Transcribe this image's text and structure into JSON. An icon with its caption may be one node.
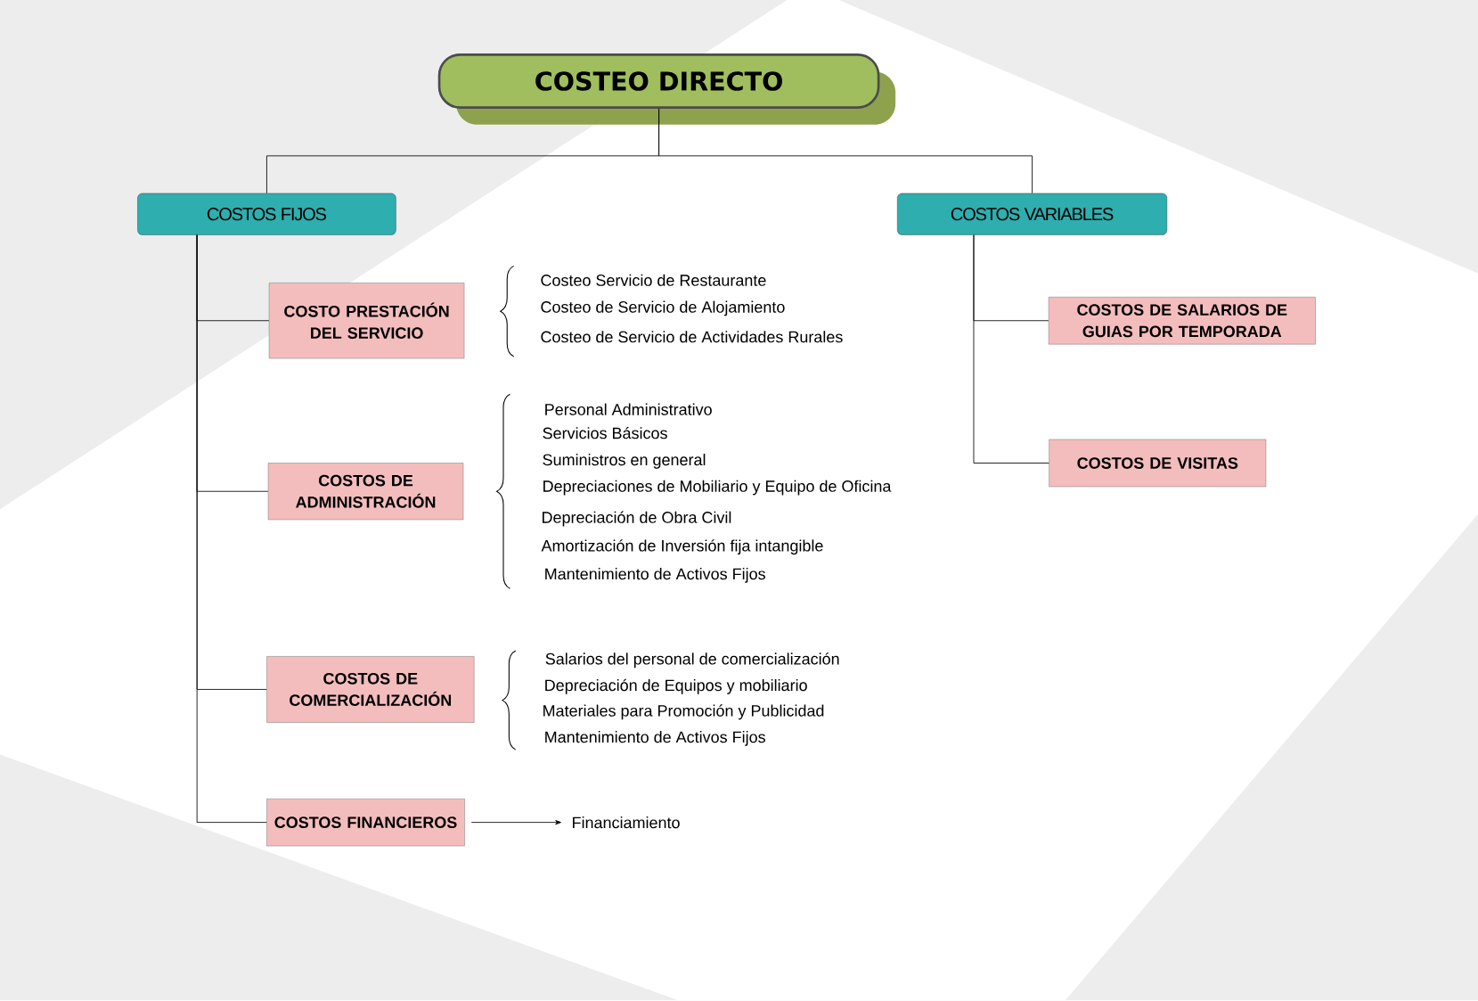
{
  "diagram": {
    "nodes": [
      {
        "text": [
          "COSTEO DIRECTO"
        ]
      },
      {
        "text": [
          "COSTOS FIJOS"
        ]
      },
      {
        "text": [
          "COSTOS VARIABLES"
        ]
      },
      {
        "text": [
          "COSTO PRESTACIÓN DEL SERVICIO"
        ]
      },
      {
        "text": [
          "COSTOS DE ADMINISTRACIÓN"
        ]
      },
      {
        "text": [
          "COSTOS DE COMERCIALIZACIÓN"
        ]
      },
      {
        "text": [
          "COSTOS FINANCIEROS"
        ]
      },
      {
        "text": [
          "COSTOS DE SALARIOS DE GUIAS POR TEMPORADA"
        ]
      },
      {
        "text": [
          "COSTOS DE VISITAS"
        ]
      },
      {
        "text": [
          "Financiamiento"
        ]
      }
    ],
    "edges": [
      {
        "from": 0,
        "to": 1,
        "arrow": "none"
      },
      {
        "from": 0,
        "to": 2,
        "arrow": "none"
      },
      {
        "from": 1,
        "to": 3,
        "arrow": "none"
      },
      {
        "from": 1,
        "to": 4,
        "arrow": "none"
      },
      {
        "from": 1,
        "to": 5,
        "arrow": "none"
      },
      {
        "from": 1,
        "to": 6,
        "arrow": "none"
      },
      {
        "from": 2,
        "to": 7,
        "arrow": "none"
      },
      {
        "from": 2,
        "to": 8,
        "arrow": "none"
      },
      {
        "from": 6,
        "to": 9,
        "arrow": "to"
      }
    ],
    "labels": [
      "Costeo Servicio de Restaurante",
      "Costeo de Servicio de Alojamiento",
      "Costeo de Servicio de Actividades Rurales",
      "Personal Administrativo",
      "Servicios Básicos",
      "Suministros en general",
      "Depreciaciones de Mobiliario y Equipo de Oficina",
      "Depreciación de Obra Civil",
      "Amortización de Inversión fija intangible",
      "Mantenimiento de Activos Fijos",
      "Salarios del personal de comercialización",
      "Depreciación de Equipos y mobiliario",
      "Materiales para Promoción y Publicidad",
      "Mantenimiento de Activos Fijos"
    ]
  }
}
